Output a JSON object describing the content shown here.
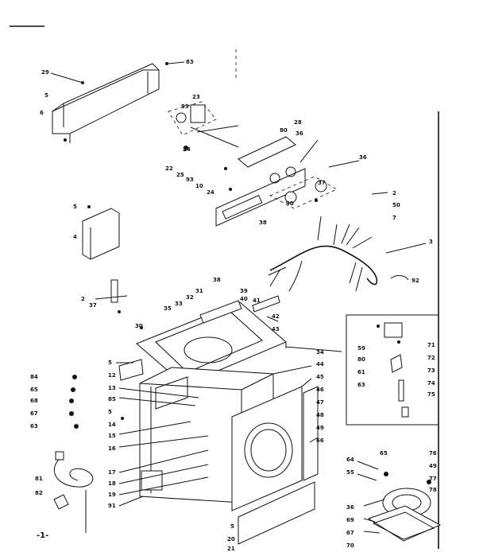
{
  "diagram": {
    "page_number": "-1-",
    "callouts": {
      "c29_top": "29",
      "c5_top": "5",
      "c6_top": "6",
      "c83_top": "83",
      "c23": "23",
      "c99": "99",
      "c28": "28",
      "c80_top": "80",
      "c36_top": "36",
      "c24_a": "24",
      "c22": "22",
      "c25": "25",
      "c93": "93",
      "c10": "10",
      "c24_b": "24",
      "c36_right": "36",
      "c37": "37",
      "c90": "90",
      "c38": "38",
      "c2_right": "2",
      "c50": "50",
      "c7": "7",
      "c3": "3",
      "c92": "92",
      "c5_bracket": "5",
      "c4": "4",
      "c2_left": "2",
      "c37_left": "37",
      "c38_mid": "38",
      "c31": "31",
      "c32": "32",
      "c39": "39",
      "c40": "40",
      "c33": "33",
      "c41": "41",
      "c35": "35",
      "c30": "30",
      "c42": "42",
      "c43": "43",
      "c34": "34",
      "c44": "44",
      "c45": "45",
      "c46": "46",
      "c47": "47",
      "c48": "48",
      "c49": "49",
      "c66": "66",
      "c5_mid": "5",
      "c12": "12",
      "c13": "13",
      "c85": "85",
      "c5_low": "5",
      "c14": "14",
      "c15": "15",
      "c16": "16",
      "c17": "17",
      "c18": "18",
      "c19": "19",
      "c91": "91",
      "c84": "84",
      "c65": "65",
      "c68": "68",
      "c67": "67",
      "c63": "63",
      "c81": "81",
      "c82": "82",
      "c20": "20",
      "c21": "21",
      "c5_base": "5",
      "c59": "59",
      "c80_box": "80",
      "c61": "61",
      "c71": "71",
      "c72": "72",
      "c73": "73",
      "c74": "74",
      "c75": "75",
      "c63_box": "63",
      "c64": "64",
      "c55": "55",
      "c65_b": "65",
      "c76": "76",
      "c49_b": "49",
      "c77": "77",
      "c78": "78",
      "c36_b": "36",
      "c69": "69",
      "c70": "70",
      "c67_b": "67"
    }
  }
}
